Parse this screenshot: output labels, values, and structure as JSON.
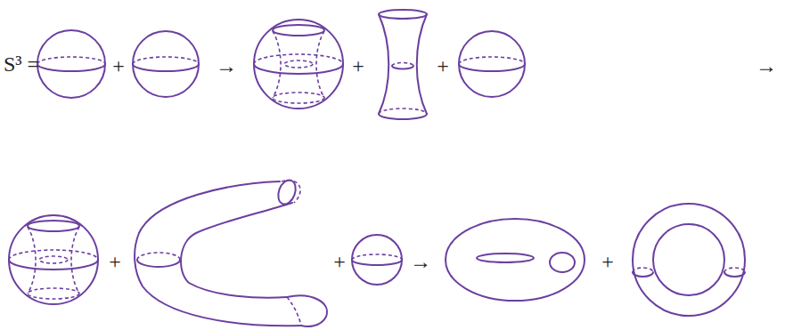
{
  "diagram": {
    "labels": [
      "S³ =",
      "+",
      "→",
      "+",
      "+",
      "→",
      "+",
      "+",
      "→",
      "+"
    ]
  }
}
